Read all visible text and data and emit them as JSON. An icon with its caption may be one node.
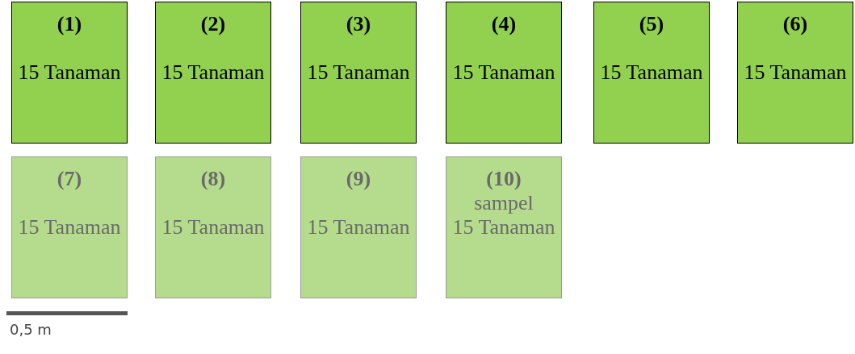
{
  "diagram": {
    "nodes": [
      {
        "text": [
          "(1)",
          "15 Tanaman"
        ]
      },
      {
        "text": [
          "(2)",
          "15 Tanaman"
        ]
      },
      {
        "text": [
          "(3)",
          "15 Tanaman"
        ]
      },
      {
        "text": [
          "(4)",
          "15 Tanaman"
        ]
      },
      {
        "text": [
          "(5)",
          "15 Tanaman"
        ]
      },
      {
        "text": [
          "(6)",
          "15 Tanaman"
        ]
      },
      {
        "text": [
          "(7)",
          "15 Tanaman"
        ]
      },
      {
        "text": [
          "(8)",
          "15 Tanaman"
        ]
      },
      {
        "text": [
          "(9)",
          "15 Tanaman"
        ]
      },
      {
        "text": [
          "(10)",
          "sampel",
          "15 Tanaman"
        ]
      }
    ],
    "edges": [],
    "labels": [
      "0,5 m"
    ]
  }
}
